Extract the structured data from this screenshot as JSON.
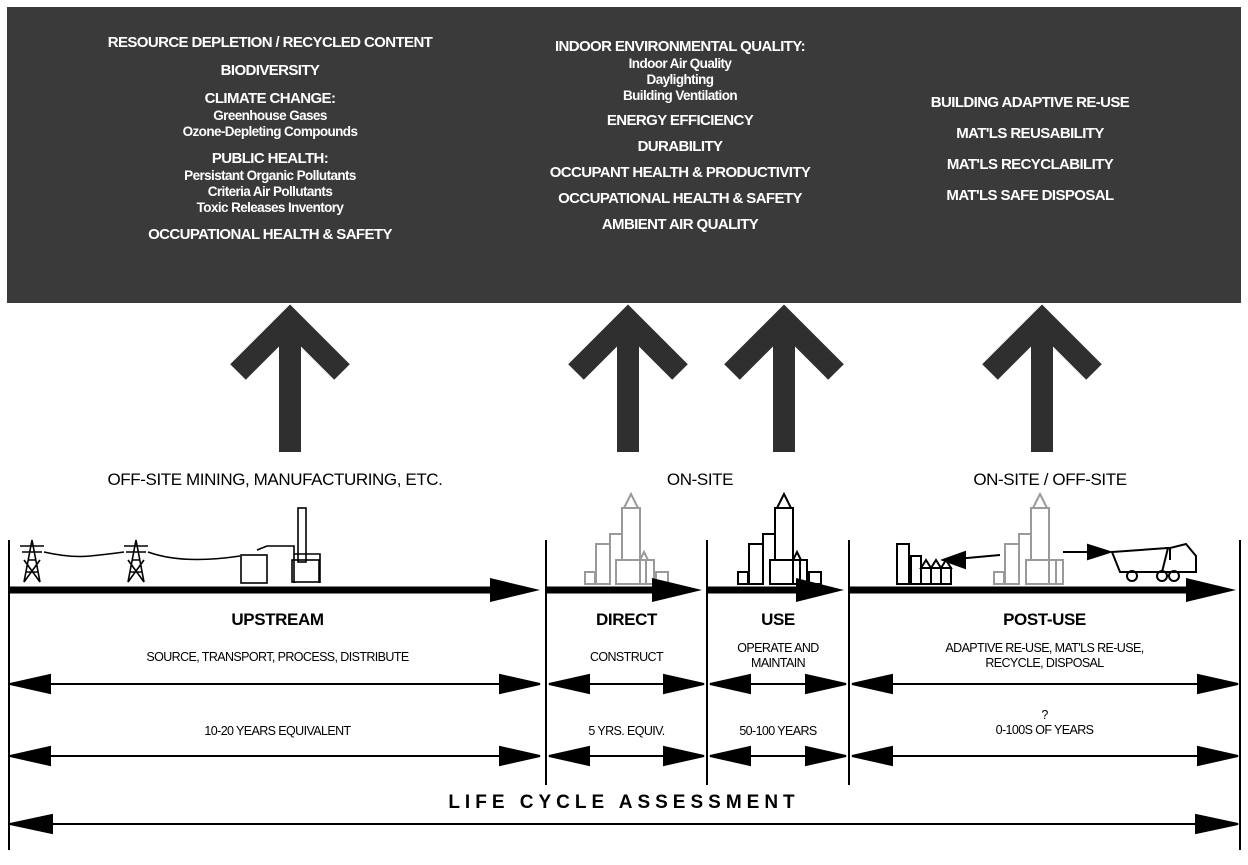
{
  "impacts": {
    "upstream": [
      {
        "text": "RESOURCE DEPLETION / RECYCLED CONTENT",
        "kind": "h"
      },
      {
        "text": "BIODIVERSITY",
        "kind": "h"
      },
      {
        "text": "CLIMATE CHANGE:",
        "kind": "h"
      },
      {
        "text": "Greenhouse Gases",
        "kind": "s"
      },
      {
        "text": "Ozone-Depleting Compounds",
        "kind": "s"
      },
      {
        "text": "PUBLIC HEALTH:",
        "kind": "h"
      },
      {
        "text": "Persistant Organic Pollutants",
        "kind": "s"
      },
      {
        "text": "Criteria Air Pollutants",
        "kind": "s"
      },
      {
        "text": "Toxic Releases Inventory",
        "kind": "s"
      },
      {
        "text": "OCCUPATIONAL HEALTH & SAFETY",
        "kind": "h"
      }
    ],
    "onsite": [
      {
        "text": "INDOOR ENVIRONMENTAL QUALITY:",
        "kind": "h"
      },
      {
        "text": "Indoor Air Quality",
        "kind": "s"
      },
      {
        "text": "Daylighting",
        "kind": "s"
      },
      {
        "text": "Building Ventilation",
        "kind": "s"
      },
      {
        "text": "ENERGY EFFICIENCY",
        "kind": "h"
      },
      {
        "text": "DURABILITY",
        "kind": "h"
      },
      {
        "text": "OCCUPANT HEALTH & PRODUCTIVITY",
        "kind": "h"
      },
      {
        "text": "OCCUPATIONAL HEALTH & SAFETY",
        "kind": "h"
      },
      {
        "text": "AMBIENT AIR QUALITY",
        "kind": "h"
      }
    ],
    "postuse": [
      {
        "text": "BUILDING ADAPTIVE RE-USE",
        "kind": "h"
      },
      {
        "text": "MAT'LS REUSABILITY",
        "kind": "h"
      },
      {
        "text": "MAT'LS RECYCLABILITY",
        "kind": "h"
      },
      {
        "text": "MAT'LS SAFE DISPOSAL",
        "kind": "h"
      }
    ]
  },
  "regions": {
    "offsite": "OFF-SITE MINING, MANUFACTURING, ETC.",
    "onsite": "ON-SITE",
    "onoffsite": "ON-SITE / OFF-SITE"
  },
  "phases": {
    "upstream": {
      "title": "UPSTREAM",
      "desc": "SOURCE, TRANSPORT, PROCESS, DISTRIBUTE",
      "duration": "10-20 YEARS EQUIVALENT"
    },
    "direct": {
      "title": "DIRECT",
      "desc": "CONSTRUCT",
      "duration": "5 YRS. EQUIV."
    },
    "use": {
      "title": "USE",
      "desc_line1": "OPERATE AND",
      "desc_line2": "MAINTAIN",
      "duration": "50-100 YEARS"
    },
    "postuse": {
      "title": "POST-USE",
      "desc_line1": "ADAPTIVE RE-USE, MAT'LS RE-USE,",
      "desc_line2": "RECYCLE, DISPOSAL",
      "duration_line1": "?",
      "duration_line2": "0-100S OF YEARS"
    }
  },
  "footer": {
    "title": "LIFE CYCLE ASSESSMENT"
  },
  "colors": {
    "band": "#3a3a3a",
    "arrow": "#2f2f2f",
    "line": "#000000",
    "building": "#9a9a9a"
  }
}
